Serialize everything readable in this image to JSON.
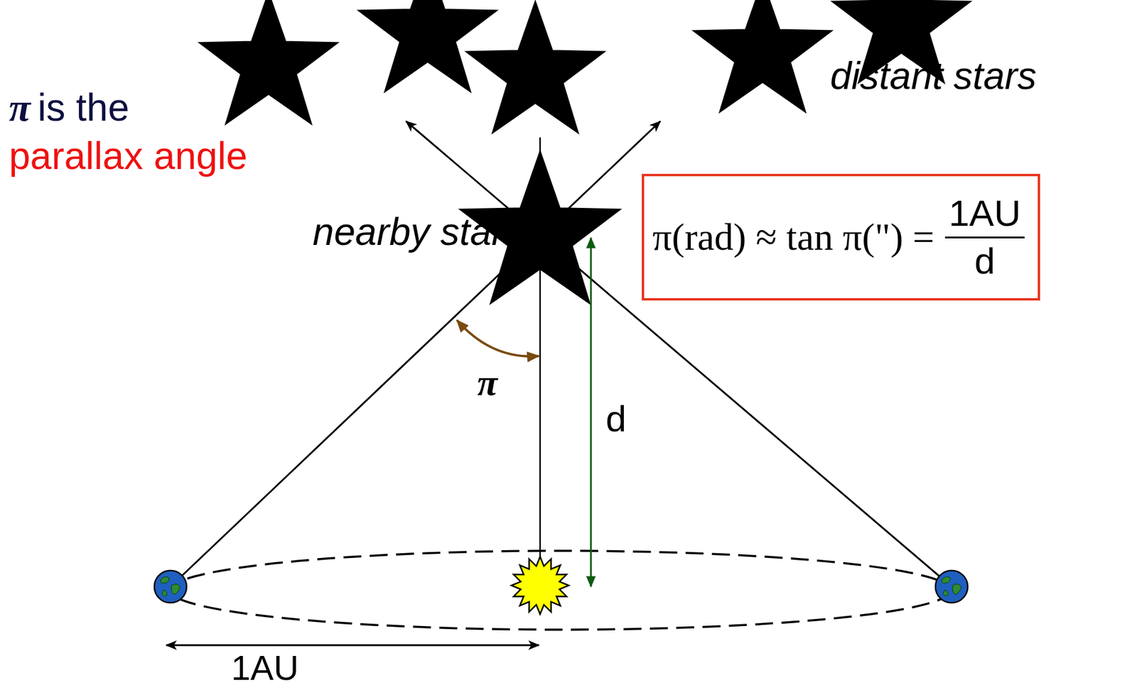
{
  "diagram": {
    "nodes": [
      {
        "text": [
          "π(rad) ≈ tan π(\") =",
          "1AU",
          "d"
        ]
      }
    ],
    "labels": [
      "π",
      "is the",
      "parallax angle",
      "distant stars",
      "nearby star",
      "π",
      "d",
      "1AU"
    ]
  }
}
